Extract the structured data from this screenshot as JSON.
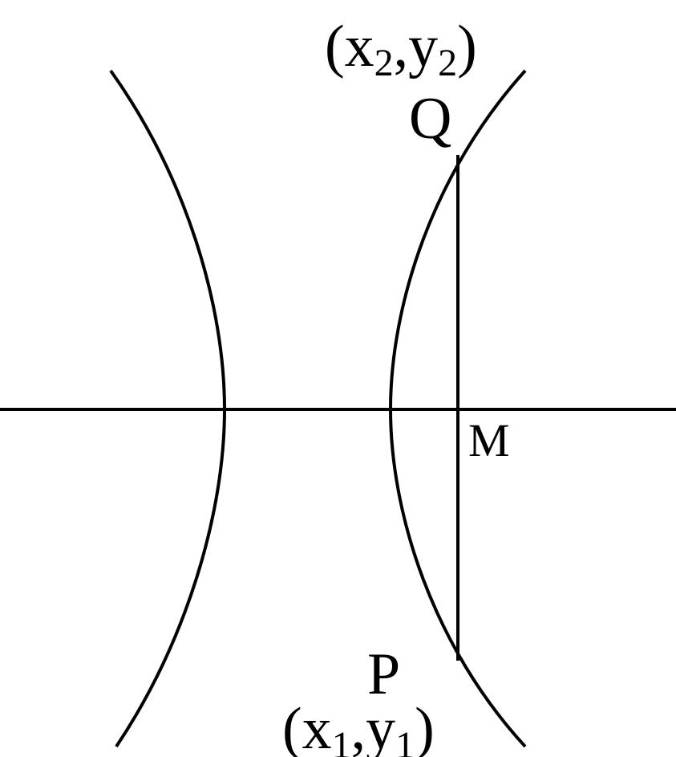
{
  "diagram": {
    "labels": {
      "q_coord": {
        "main": "(x",
        "sub1": "2",
        "mid": ",y",
        "sub2": "2",
        "end": ")"
      },
      "q": "Q",
      "m": "M",
      "p": "P",
      "p_coord": {
        "main": "(x",
        "sub1": "1",
        "mid": ",y",
        "sub2": "1",
        "end": ")"
      }
    },
    "stroke_color": "#000000"
  }
}
